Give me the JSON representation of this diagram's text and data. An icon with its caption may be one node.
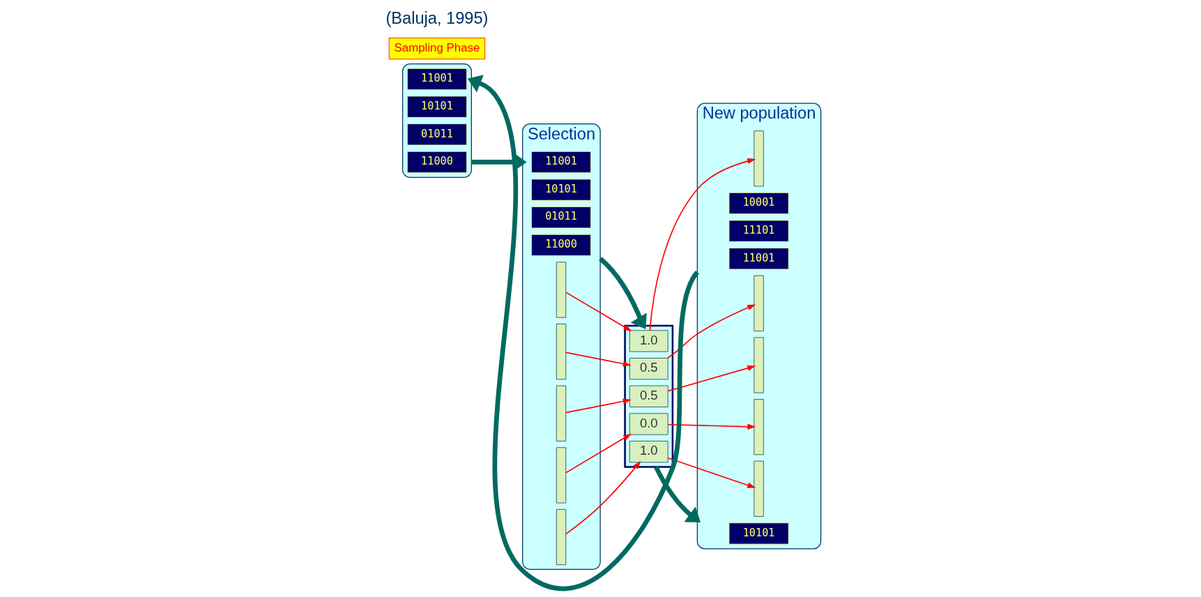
{
  "diagram": {
    "nodes": [
      {
        "text": [],
        "shape": "ellipse"
      },
      {
        "text": [
          "11001"
        ],
        "in": 0
      },
      {
        "text": [
          "10101"
        ],
        "in": 0
      },
      {
        "text": [
          "01011"
        ],
        "in": 0
      },
      {
        "text": [
          "11000"
        ],
        "in": 0
      },
      {
        "text": [
          "Selection"
        ]
      },
      {
        "text": [
          "11001"
        ],
        "in": 5
      },
      {
        "text": [
          "10101"
        ],
        "in": 5
      },
      {
        "text": [
          "01011"
        ],
        "in": 5
      },
      {
        "text": [
          "11000"
        ],
        "in": 5
      },
      {
        "text": [],
        "shape": "bar",
        "in": 5
      },
      {
        "text": [],
        "shape": "bar",
        "in": 5
      },
      {
        "text": [],
        "shape": "bar",
        "in": 5
      },
      {
        "text": [],
        "shape": "bar",
        "in": 5
      },
      {
        "text": [],
        "shape": "bar",
        "in": 5
      },
      {
        "text": [],
        "shape": "box"
      },
      {
        "text": [
          "1.0"
        ],
        "in": 15
      },
      {
        "text": [
          "0.5"
        ],
        "in": 15
      },
      {
        "text": [
          "0.5"
        ],
        "in": 15
      },
      {
        "text": [
          "0.0"
        ],
        "in": 15
      },
      {
        "text": [
          "1.0"
        ],
        "in": 15
      },
      {
        "text": [
          "New population"
        ]
      },
      {
        "text": [
          "10101"
        ],
        "in": 21
      },
      {
        "text": [
          "10001"
        ],
        "in": 21
      },
      {
        "text": [
          "11101"
        ],
        "in": 21
      },
      {
        "text": [
          "11001"
        ],
        "in": 21
      },
      {
        "text": [],
        "shape": "bar",
        "in": 21
      },
      {
        "text": [],
        "shape": "bar",
        "in": 21
      },
      {
        "text": [],
        "shape": "bar",
        "in": 21
      },
      {
        "text": [],
        "shape": "bar",
        "in": 21
      },
      {
        "text": [],
        "shape": "bar",
        "in": 21
      },
      {
        "text": [
          "Sampling Phase"
        ]
      }
    ],
    "edges": [
      {
        "from": 0,
        "to": 5,
        "arrow": "to",
        "style": "thick",
        "color": "#006a60"
      },
      {
        "from": 5,
        "to": 15,
        "arrow": "to",
        "style": "thick",
        "color": "#006a60"
      },
      {
        "from": 15,
        "to": 21,
        "arrow": "to",
        "style": "thick",
        "color": "#006a60"
      },
      {
        "from": 21,
        "to": 0,
        "arrow": "to",
        "style": "thick",
        "color": "#006a60"
      },
      {
        "from": 10,
        "to": 16,
        "arrow": "to"
      },
      {
        "from": 11,
        "to": 17,
        "arrow": "to"
      },
      {
        "from": 12,
        "to": 18,
        "arrow": "to"
      },
      {
        "from": 13,
        "to": 19,
        "arrow": "to"
      },
      {
        "from": 14,
        "to": 20,
        "arrow": "to"
      },
      {
        "from": 16,
        "to": 26,
        "arrow": "to"
      },
      {
        "from": 17,
        "to": 27,
        "arrow": "to"
      },
      {
        "from": 18,
        "to": 28,
        "arrow": "to"
      },
      {
        "from": 19,
        "to": 29,
        "arrow": "to"
      },
      {
        "from": 20,
        "to": 30,
        "arrow": "to"
      }
    ],
    "labels": [
      "(Baluja, 1995)"
    ]
  }
}
